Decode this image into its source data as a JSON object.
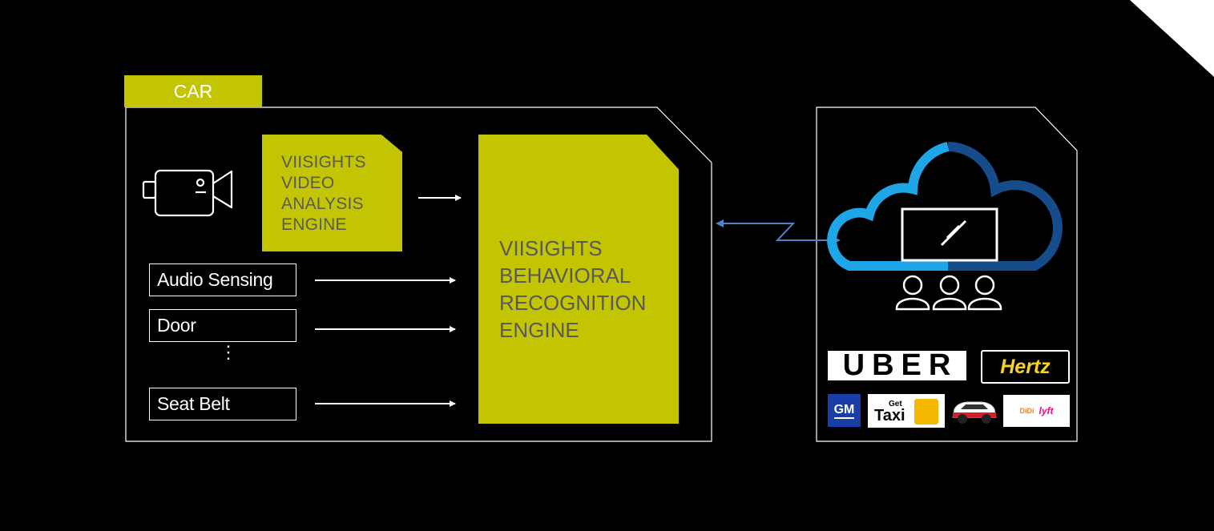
{
  "car_tab": {
    "label": "CAR"
  },
  "video_engine": {
    "lines": [
      "VIISIGHTS",
      "VIDEO",
      "ANALYSIS",
      "ENGINE"
    ]
  },
  "behavioral_engine": {
    "lines": [
      "VIISIGHTS",
      "BEHAVIORAL",
      "RECOGNITION",
      "ENGINE"
    ]
  },
  "sensors": [
    {
      "label": "Audio Sensing"
    },
    {
      "label": "Door"
    },
    {
      "label": "Seat Belt"
    }
  ],
  "ellipsis": "⋮",
  "logos": {
    "uber": "UBER",
    "hertz": "Hertz",
    "gm": "GM",
    "gettaxi_top": "Get",
    "gettaxi_main": "Taxi",
    "didi": "DiDi",
    "lyft": "lyft"
  },
  "colors": {
    "accent": "#c3c503",
    "engine_text": "#595959",
    "link_arrow": "#4f7fc4",
    "cloud_light": "#1fa6e8",
    "cloud_dark": "#164c8a"
  },
  "icons": [
    "video-camera-icon",
    "cloud-icon",
    "monitor-icon",
    "people-icon"
  ]
}
